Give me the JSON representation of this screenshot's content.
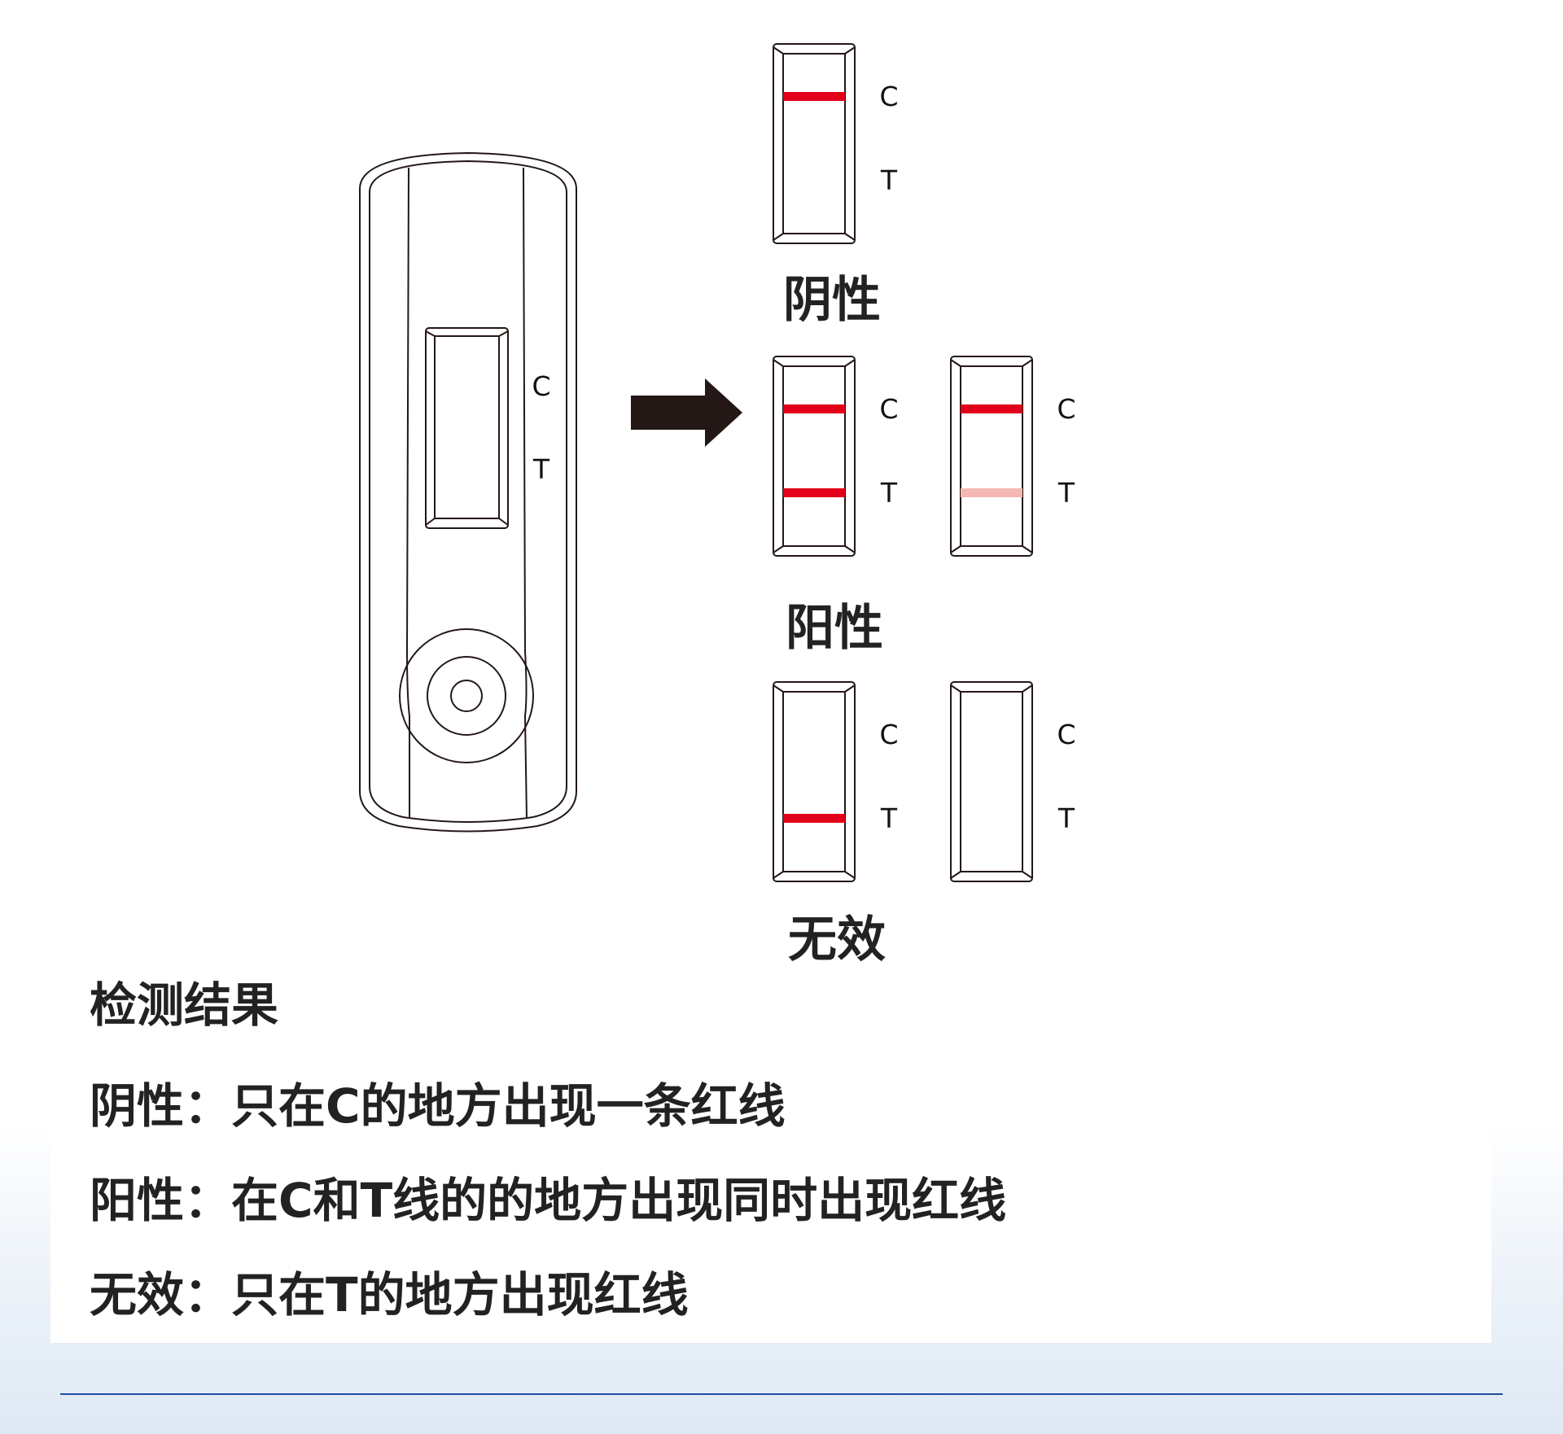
{
  "colors": {
    "line_strong": "#e2001a",
    "line_faint": "#f4b8b5",
    "arrow": "#231815",
    "rule": "#1d4f9c"
  },
  "cassette": {
    "c_label": "C",
    "t_label": "T"
  },
  "arrow_icon": "arrow-right-icon",
  "groups": {
    "negative": {
      "title": "阴性",
      "strips": [
        {
          "c": "strong",
          "t": "none",
          "c_label": "C",
          "t_label": "T"
        }
      ]
    },
    "positive": {
      "title": "阳性",
      "strips": [
        {
          "c": "strong",
          "t": "strong",
          "c_label": "C",
          "t_label": "T"
        },
        {
          "c": "strong",
          "t": "faint",
          "c_label": "C",
          "t_label": "T"
        }
      ]
    },
    "invalid": {
      "title": "无效",
      "strips": [
        {
          "c": "none",
          "t": "strong",
          "c_label": "C",
          "t_label": "T"
        },
        {
          "c": "none",
          "t": "none",
          "c_label": "C",
          "t_label": "T"
        }
      ]
    }
  },
  "legend": {
    "heading": "检测结果",
    "negative": "阴性：只在C的地方出现一条红线",
    "positive": "阳性：在C和T线的的地方出现同时出现红线",
    "invalid": "无效：只在T的地方出现红线"
  }
}
